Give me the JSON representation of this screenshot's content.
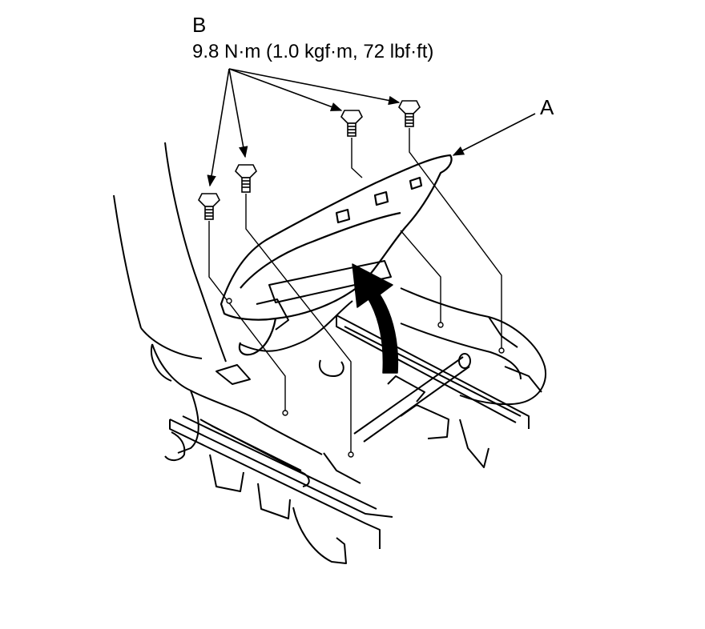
{
  "labels": {
    "b": "B",
    "torque": "9.8 N·m (1.0 kgf·m, 72 lbf·ft)",
    "a": "A"
  },
  "colors": {
    "line": "#000000",
    "background": "#ffffff"
  }
}
